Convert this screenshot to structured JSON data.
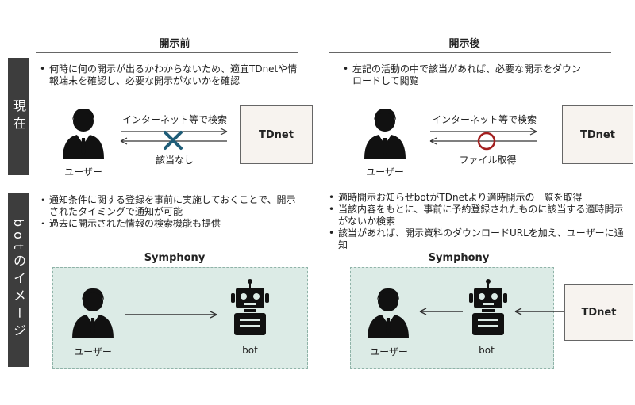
{
  "headers": {
    "before": "開示前",
    "after": "開示後"
  },
  "sidebar": {
    "current": "現在",
    "bot": "botのイメージ"
  },
  "current": {
    "before_bullets": [
      "何時に何の開示が出るかわからないため、適宜TDnetや情報端末を確認し、必要な開示がないかを確認"
    ],
    "after_bullets": [
      "左記の活動の中で該当があれば、必要な開示をダウンロードして閲覧"
    ],
    "before_arrow_label": "インターネット等で検索",
    "before_result_label": "該当なし",
    "after_arrow_label": "インターネット等で検索",
    "after_result_label": "ファイル取得",
    "user_label": "ユーザー",
    "tdnet_label": "TDnet"
  },
  "bot": {
    "before_bullets": [
      "通知条件に関する登録を事前に実施しておくことで、開示されたタイミングで通知が可能",
      "過去に開示された情報の検索機能も提供"
    ],
    "after_bullets": [
      "適時開示お知らせbotがTDnetより適時開示の一覧を取得",
      "当該内容をもとに、事前に予約登録されたものに該当する適時開示がないか検索",
      "該当があれば、開示資料のダウンロードURLを加え、ユーザーに通知"
    ],
    "platform_label": "Symphony",
    "user_label": "ユーザー",
    "bot_label": "bot",
    "tdnet_label": "TDnet"
  },
  "colors": {
    "sidebar": "#3d3d3d",
    "panel": "#dcebe6",
    "cross": "#1f5d78",
    "circle": "#a31f1f",
    "tdnet_box": "#f7f3ef"
  }
}
